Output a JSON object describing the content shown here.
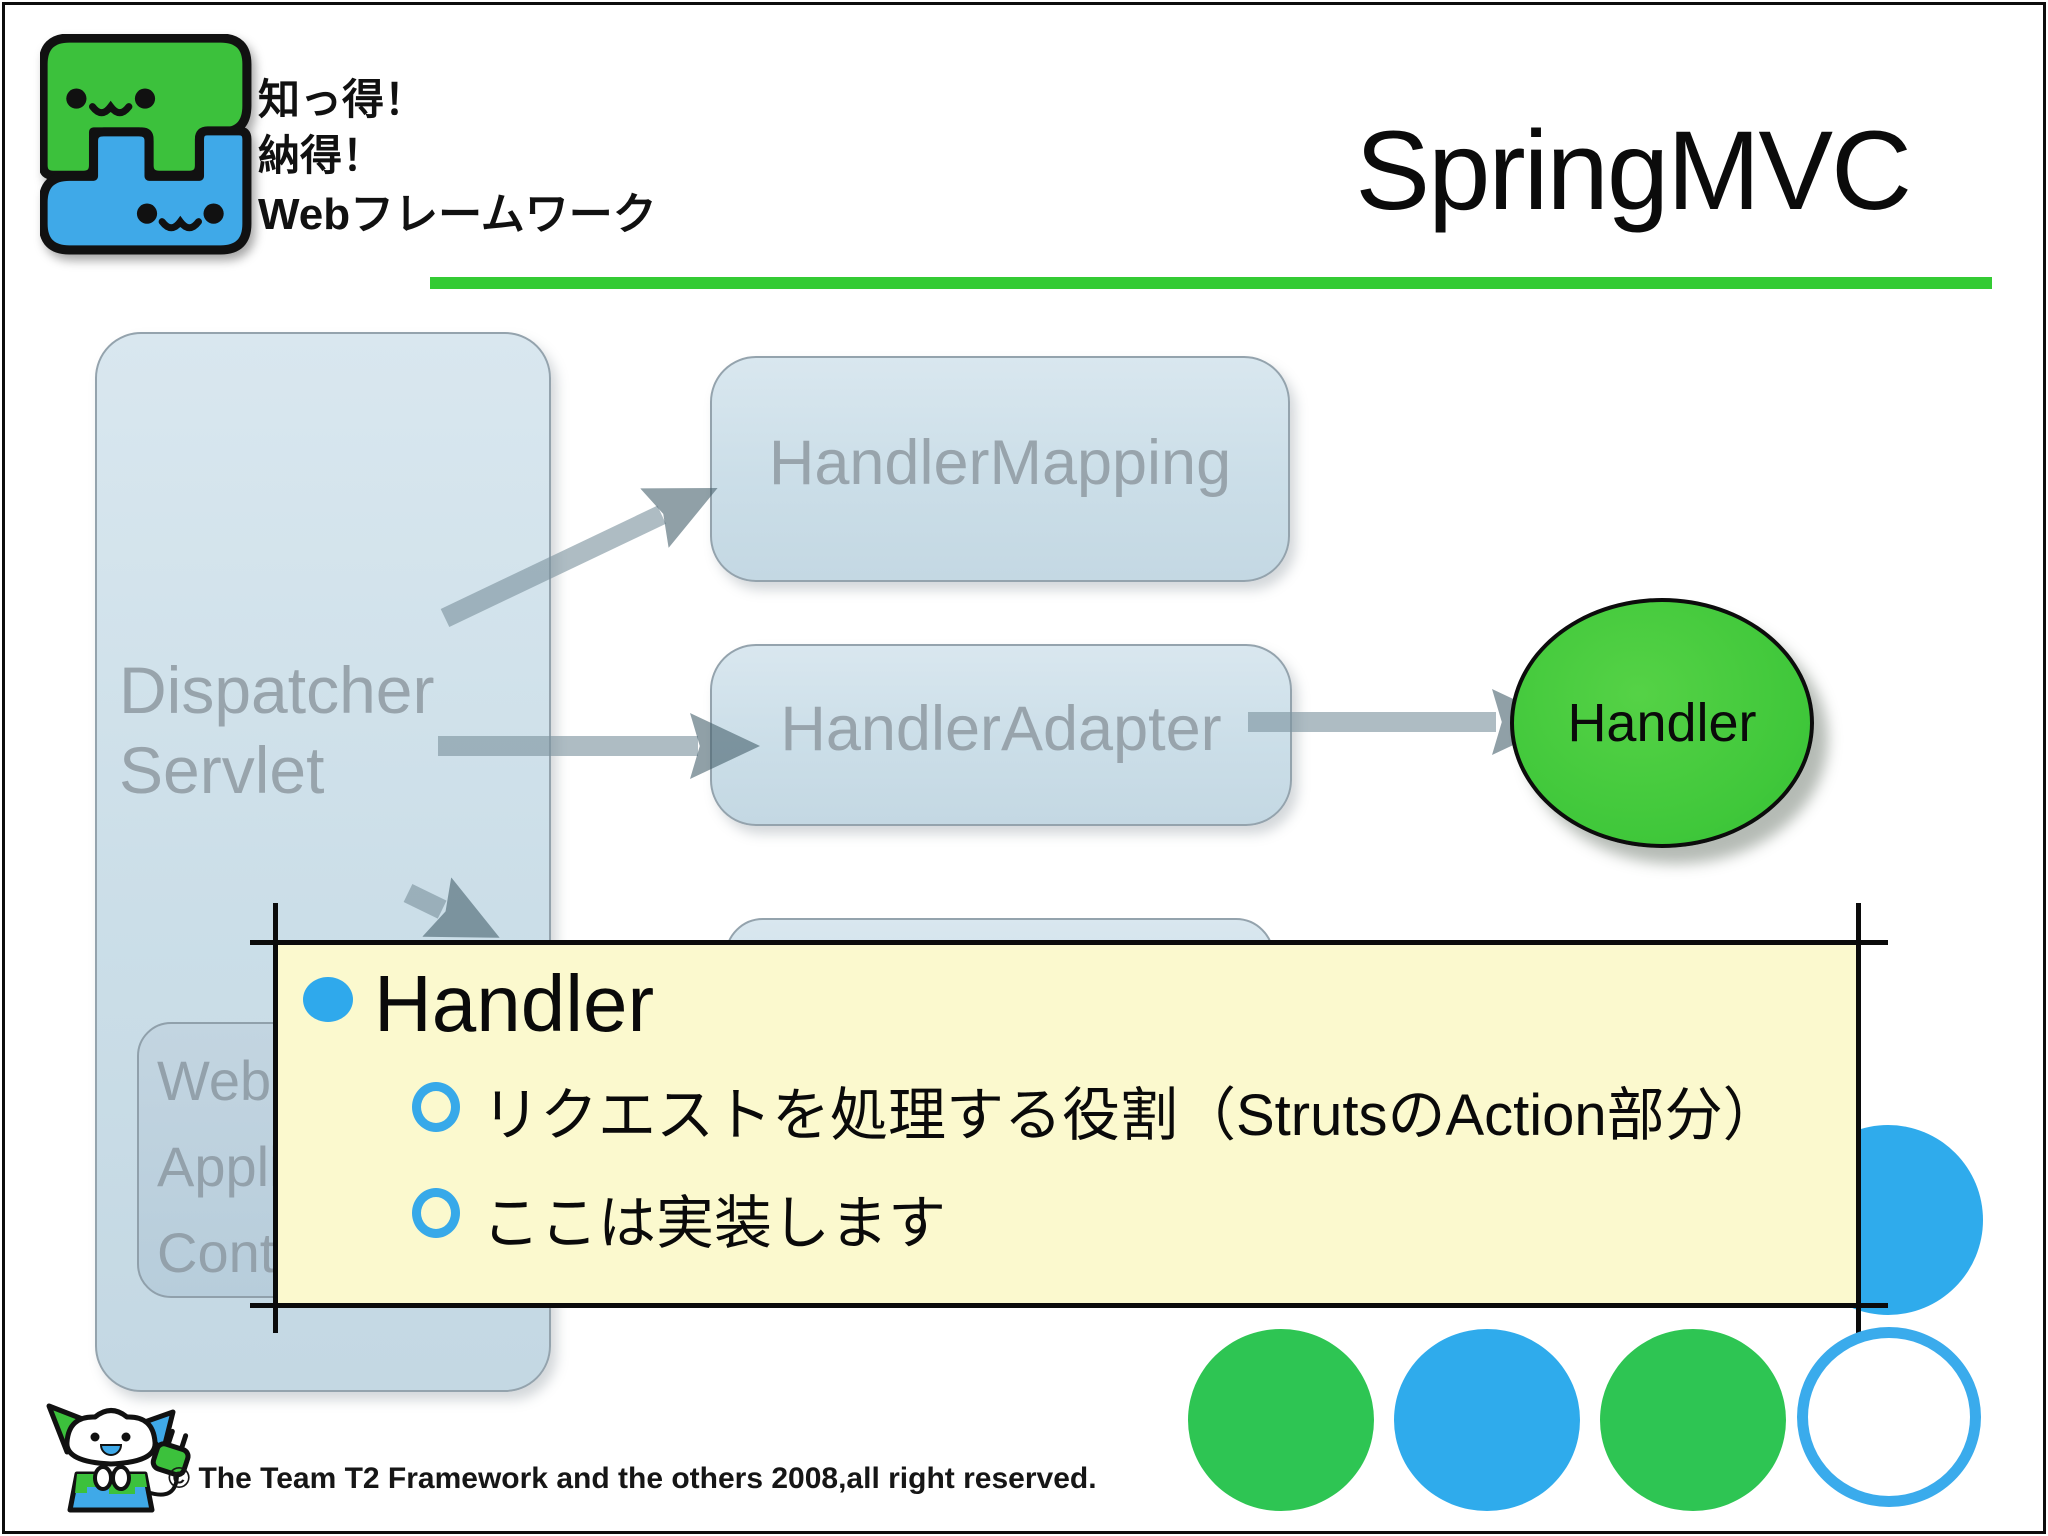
{
  "logo": {
    "line1": "知っ得！",
    "line2": "納得！",
    "line3": "Webフレームワーク"
  },
  "header": {
    "title": "SpringMVC"
  },
  "diagram": {
    "dispatcher": {
      "line1": "Dispatcher",
      "line2": "Servlet"
    },
    "web_application_context": {
      "line1": "Web",
      "line2": "Application",
      "line3": "Context"
    },
    "handler_mapping": {
      "label": "HandlerMapping"
    },
    "handler_adapter": {
      "label": "HandlerAdapter"
    },
    "handler": {
      "label": "Handler"
    }
  },
  "callout": {
    "title": "Handler",
    "bullets": [
      "リクエストを処理する役割（StrutsのAction部分）",
      "ここは実装します"
    ]
  },
  "footer": {
    "copyright": "© The Team T2 Framework and the others 2008,all right reserved."
  },
  "colors": {
    "accent_green": "#34cb34",
    "shape_green": "#3fc73a",
    "shape_blue": "#2fabec",
    "box_fill": "#cbdee8",
    "box_border": "#94a3ad",
    "box_text": "#98a4ac",
    "callout_fill": "#fbf9ce",
    "callout_border": "#0b0b0b",
    "arrow_gray": "#7d939e"
  }
}
